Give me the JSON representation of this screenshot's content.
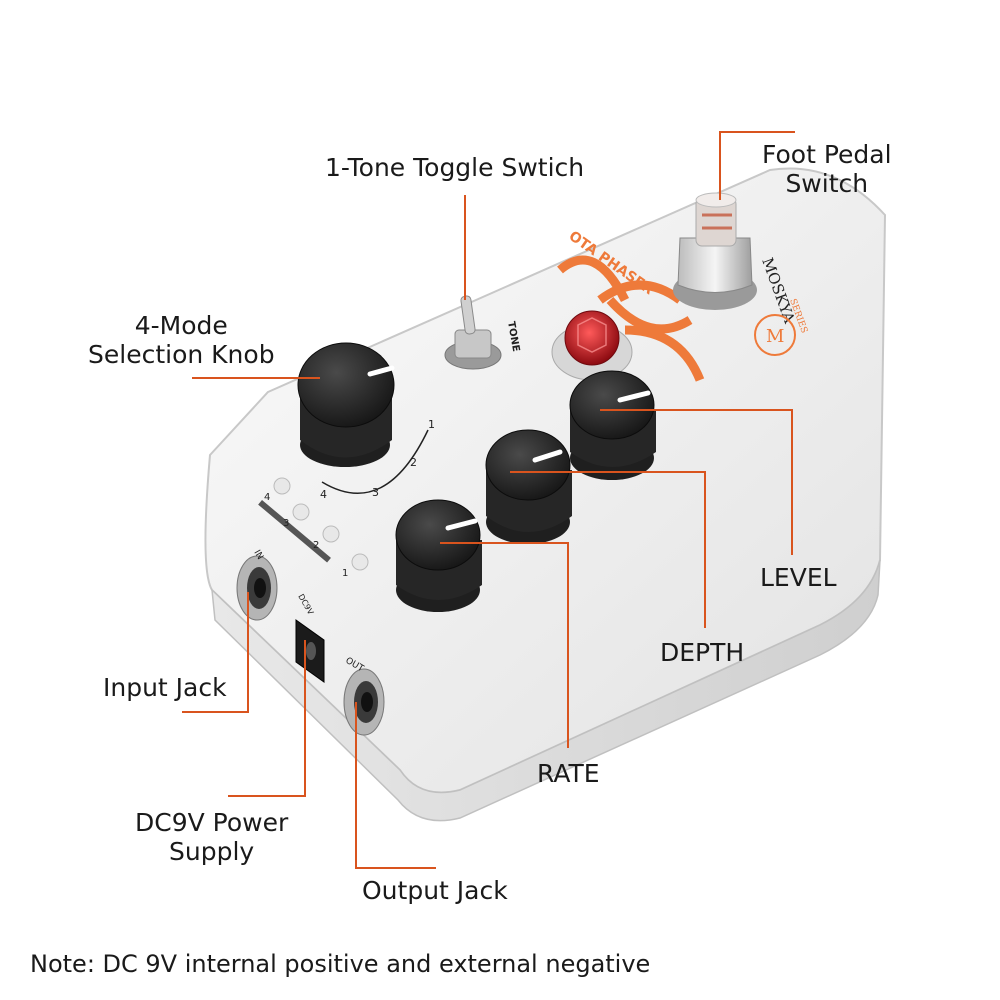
{
  "labels": {
    "toggle_switch": "1-Tone Toggle Swtich",
    "foot_pedal_line1": "Foot Pedal",
    "foot_pedal_line2": "Switch",
    "mode_knob_line1": "4-Mode",
    "mode_knob_line2": "Selection Knob",
    "level": "LEVEL",
    "depth": "DEPTH",
    "rate": "RATE",
    "input_jack": "Input Jack",
    "power_line1": "DC9V Power",
    "power_line2": "Supply",
    "output_jack": "Output Jack"
  },
  "note": "Note: DC 9V internal positive and external negative",
  "pedal_print": {
    "brand": "MOSKYA",
    "model": "OTA PHASER",
    "tone": "TONE",
    "series": "SERIES",
    "in": "IN",
    "out": "OUT",
    "dc": "DC9V",
    "mode_numbers": [
      "1",
      "2",
      "3",
      "4"
    ],
    "led_numbers": [
      "4",
      "3",
      "2",
      "1"
    ]
  },
  "colors": {
    "callout_line": "#d9541e",
    "logo_orange": "#ee7a3a",
    "enclosure": "#f1f1f1",
    "knob": "#2b2b2b",
    "led_jewel": "#c4141e"
  }
}
